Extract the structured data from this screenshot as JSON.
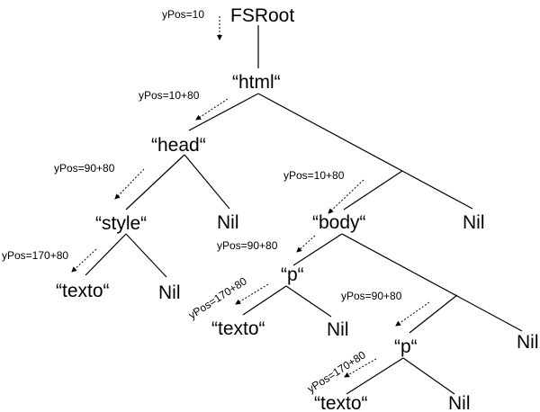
{
  "nodes": {
    "fsroot": "FSRoot",
    "html": "“html“",
    "head": "“head“",
    "style": "“style“",
    "texto1": "“texto“",
    "nil_style": "Nil",
    "nil_head": "Nil",
    "body": "“body“",
    "nil_html": "Nil",
    "p1": "“p“",
    "texto2": "“texto“",
    "nil_p1": "Nil",
    "nil_body": "Nil",
    "p2": "“p“",
    "texto3": "“texto“",
    "nil_p2": "Nil"
  },
  "annotations": {
    "root": "yPos=10",
    "html_head": "yPos=10+80",
    "head_style": "yPos=90+80",
    "style_texto": "yPos=170+80",
    "html_body": "yPos=10+80",
    "body_p1": "yPos=90+80",
    "p1_texto": "yPos=170+80",
    "body_p2": "yPos=90+80",
    "p2_texto": "yPos=170+80"
  }
}
